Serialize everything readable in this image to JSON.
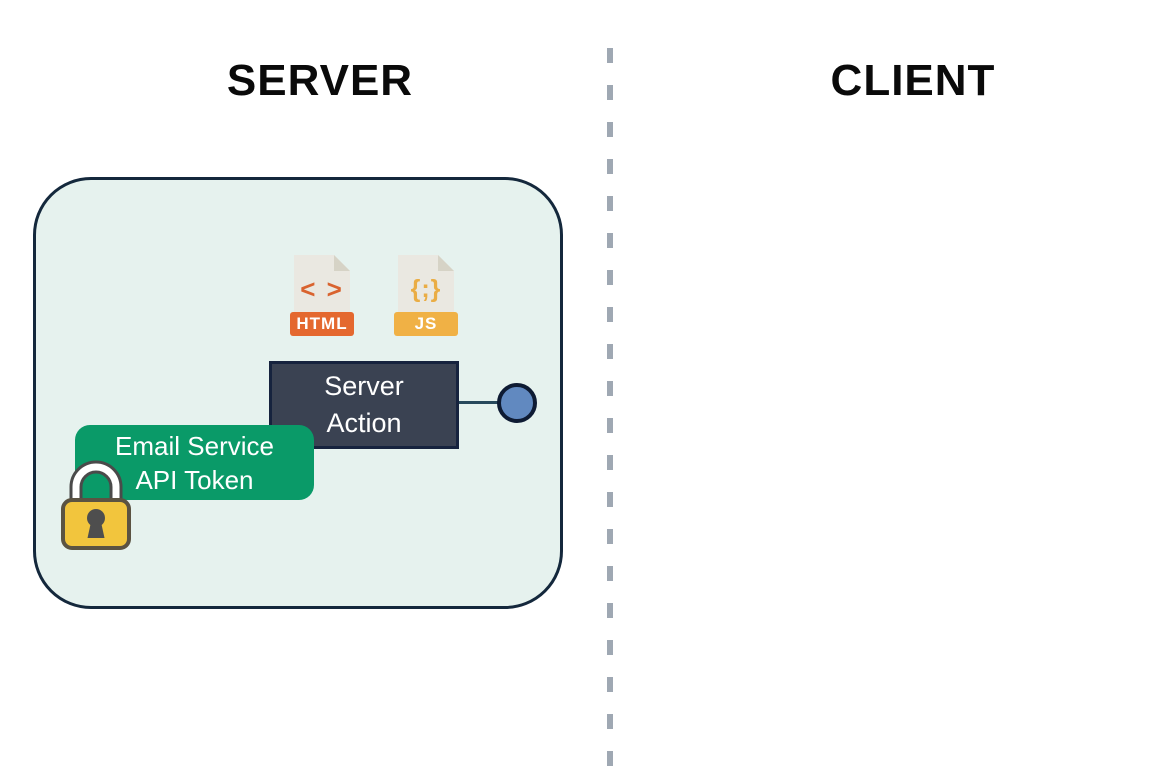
{
  "sections": {
    "server": {
      "title": "SERVER"
    },
    "client": {
      "title": "CLIENT"
    }
  },
  "divider": {
    "style": "dashed-vertical",
    "color": "#9fa8b3"
  },
  "server_group": {
    "boundary": {
      "fill": "#e6f2ee",
      "border_color": "#14283c"
    },
    "files": {
      "html": {
        "glyph": "< >",
        "label": "HTML",
        "banner_color": "#e4682f"
      },
      "js": {
        "glyph": "{;}",
        "label": "JS",
        "banner_color": "#f0b145"
      }
    },
    "server_action": {
      "label": "Server Action",
      "line1": "Server",
      "line2": "Action",
      "fill": "#3a4252",
      "border_color": "#16233e",
      "port_color": "#6189c0"
    },
    "token": {
      "label": "Email Service API Token",
      "line1": "Email Service",
      "line2": "API Token",
      "fill": "#0a9a68"
    },
    "lock": {
      "body_color": "#f2c53d",
      "shackle_color": "#ffffff"
    }
  },
  "background": "#ffffff"
}
